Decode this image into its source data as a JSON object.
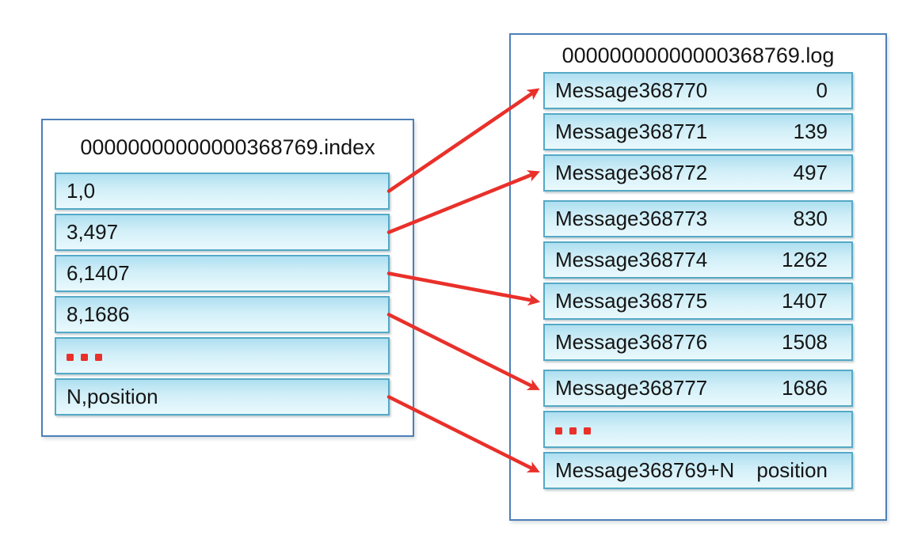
{
  "index_file": {
    "title": "00000000000000368769.index",
    "rows": [
      {
        "label": "1,0"
      },
      {
        "label": "3,497"
      },
      {
        "label": "6,1407"
      },
      {
        "label": "8,1686"
      },
      {
        "label": "...",
        "ellipsis": true
      },
      {
        "label": "N,position"
      }
    ]
  },
  "log_file": {
    "title": "00000000000000368769.log",
    "rows": [
      {
        "message": "Message368770",
        "position": "0"
      },
      {
        "message": "Message368771",
        "position": "139"
      },
      {
        "message": "Message368772",
        "position": "497"
      },
      {
        "message": "Message368773",
        "position": "830"
      },
      {
        "message": "Message368774",
        "position": "1262"
      },
      {
        "message": "Message368775",
        "position": "1407"
      },
      {
        "message": "Message368776",
        "position": "1508"
      },
      {
        "message": "Message368777",
        "position": "1686"
      },
      {
        "label": "...",
        "ellipsis": true
      },
      {
        "message": "Message368769+N",
        "position": "position"
      }
    ]
  },
  "mappings": [
    {
      "from_index_row": 0,
      "to_log_row": 0
    },
    {
      "from_index_row": 1,
      "to_log_row": 2
    },
    {
      "from_index_row": 2,
      "to_log_row": 5
    },
    {
      "from_index_row": 3,
      "to_log_row": 7
    },
    {
      "from_index_row": 5,
      "to_log_row": 9
    }
  ],
  "colors": {
    "arrow": "#e9302a",
    "box_border": "#4d7fb8",
    "row_border": "#55a9c6",
    "row_gradient_top": "#aedff0",
    "row_gradient_bottom": "#e9f9fd",
    "ellipsis_dots": "#e9302a",
    "text": "#151515"
  }
}
